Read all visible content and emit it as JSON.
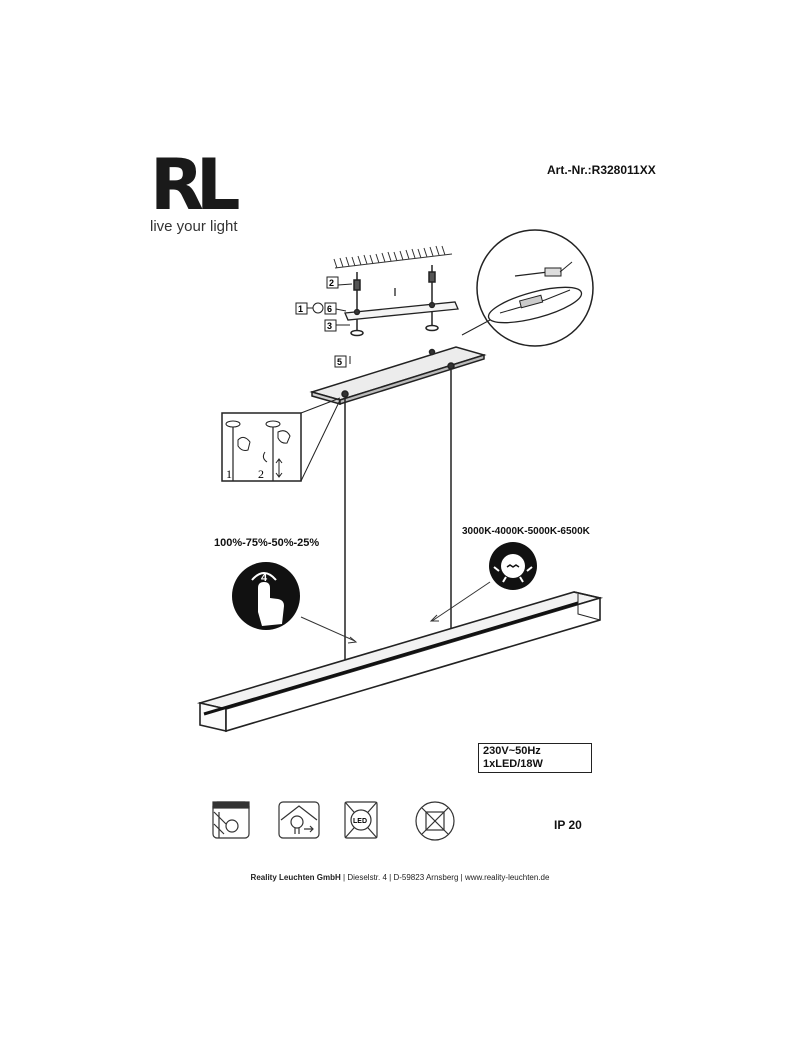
{
  "brand": {
    "logo": "RL",
    "tagline": "live your light"
  },
  "article_number": "Art.-Nr.:R328011XX",
  "callouts": {
    "dimming": "100%-75%-50%-25%",
    "color_temperature": "3000K-4000K-5000K-6500K"
  },
  "step_numbers": [
    "1",
    "2",
    "3",
    "4",
    "5",
    "6"
  ],
  "cable_steps": [
    "1",
    "2"
  ],
  "specs": {
    "voltage": "230V~50Hz",
    "led": "1xLED/18W"
  },
  "dimming_step": "4",
  "led_icon_text": "LED",
  "ip_rating": "IP 20",
  "footer": {
    "company": "Reality Leuchten GmbH",
    "street": "Dieselstr. 4",
    "city": "D-59823 Arnsberg",
    "web": "www.reality-leuchten.de",
    "separator": "|"
  }
}
